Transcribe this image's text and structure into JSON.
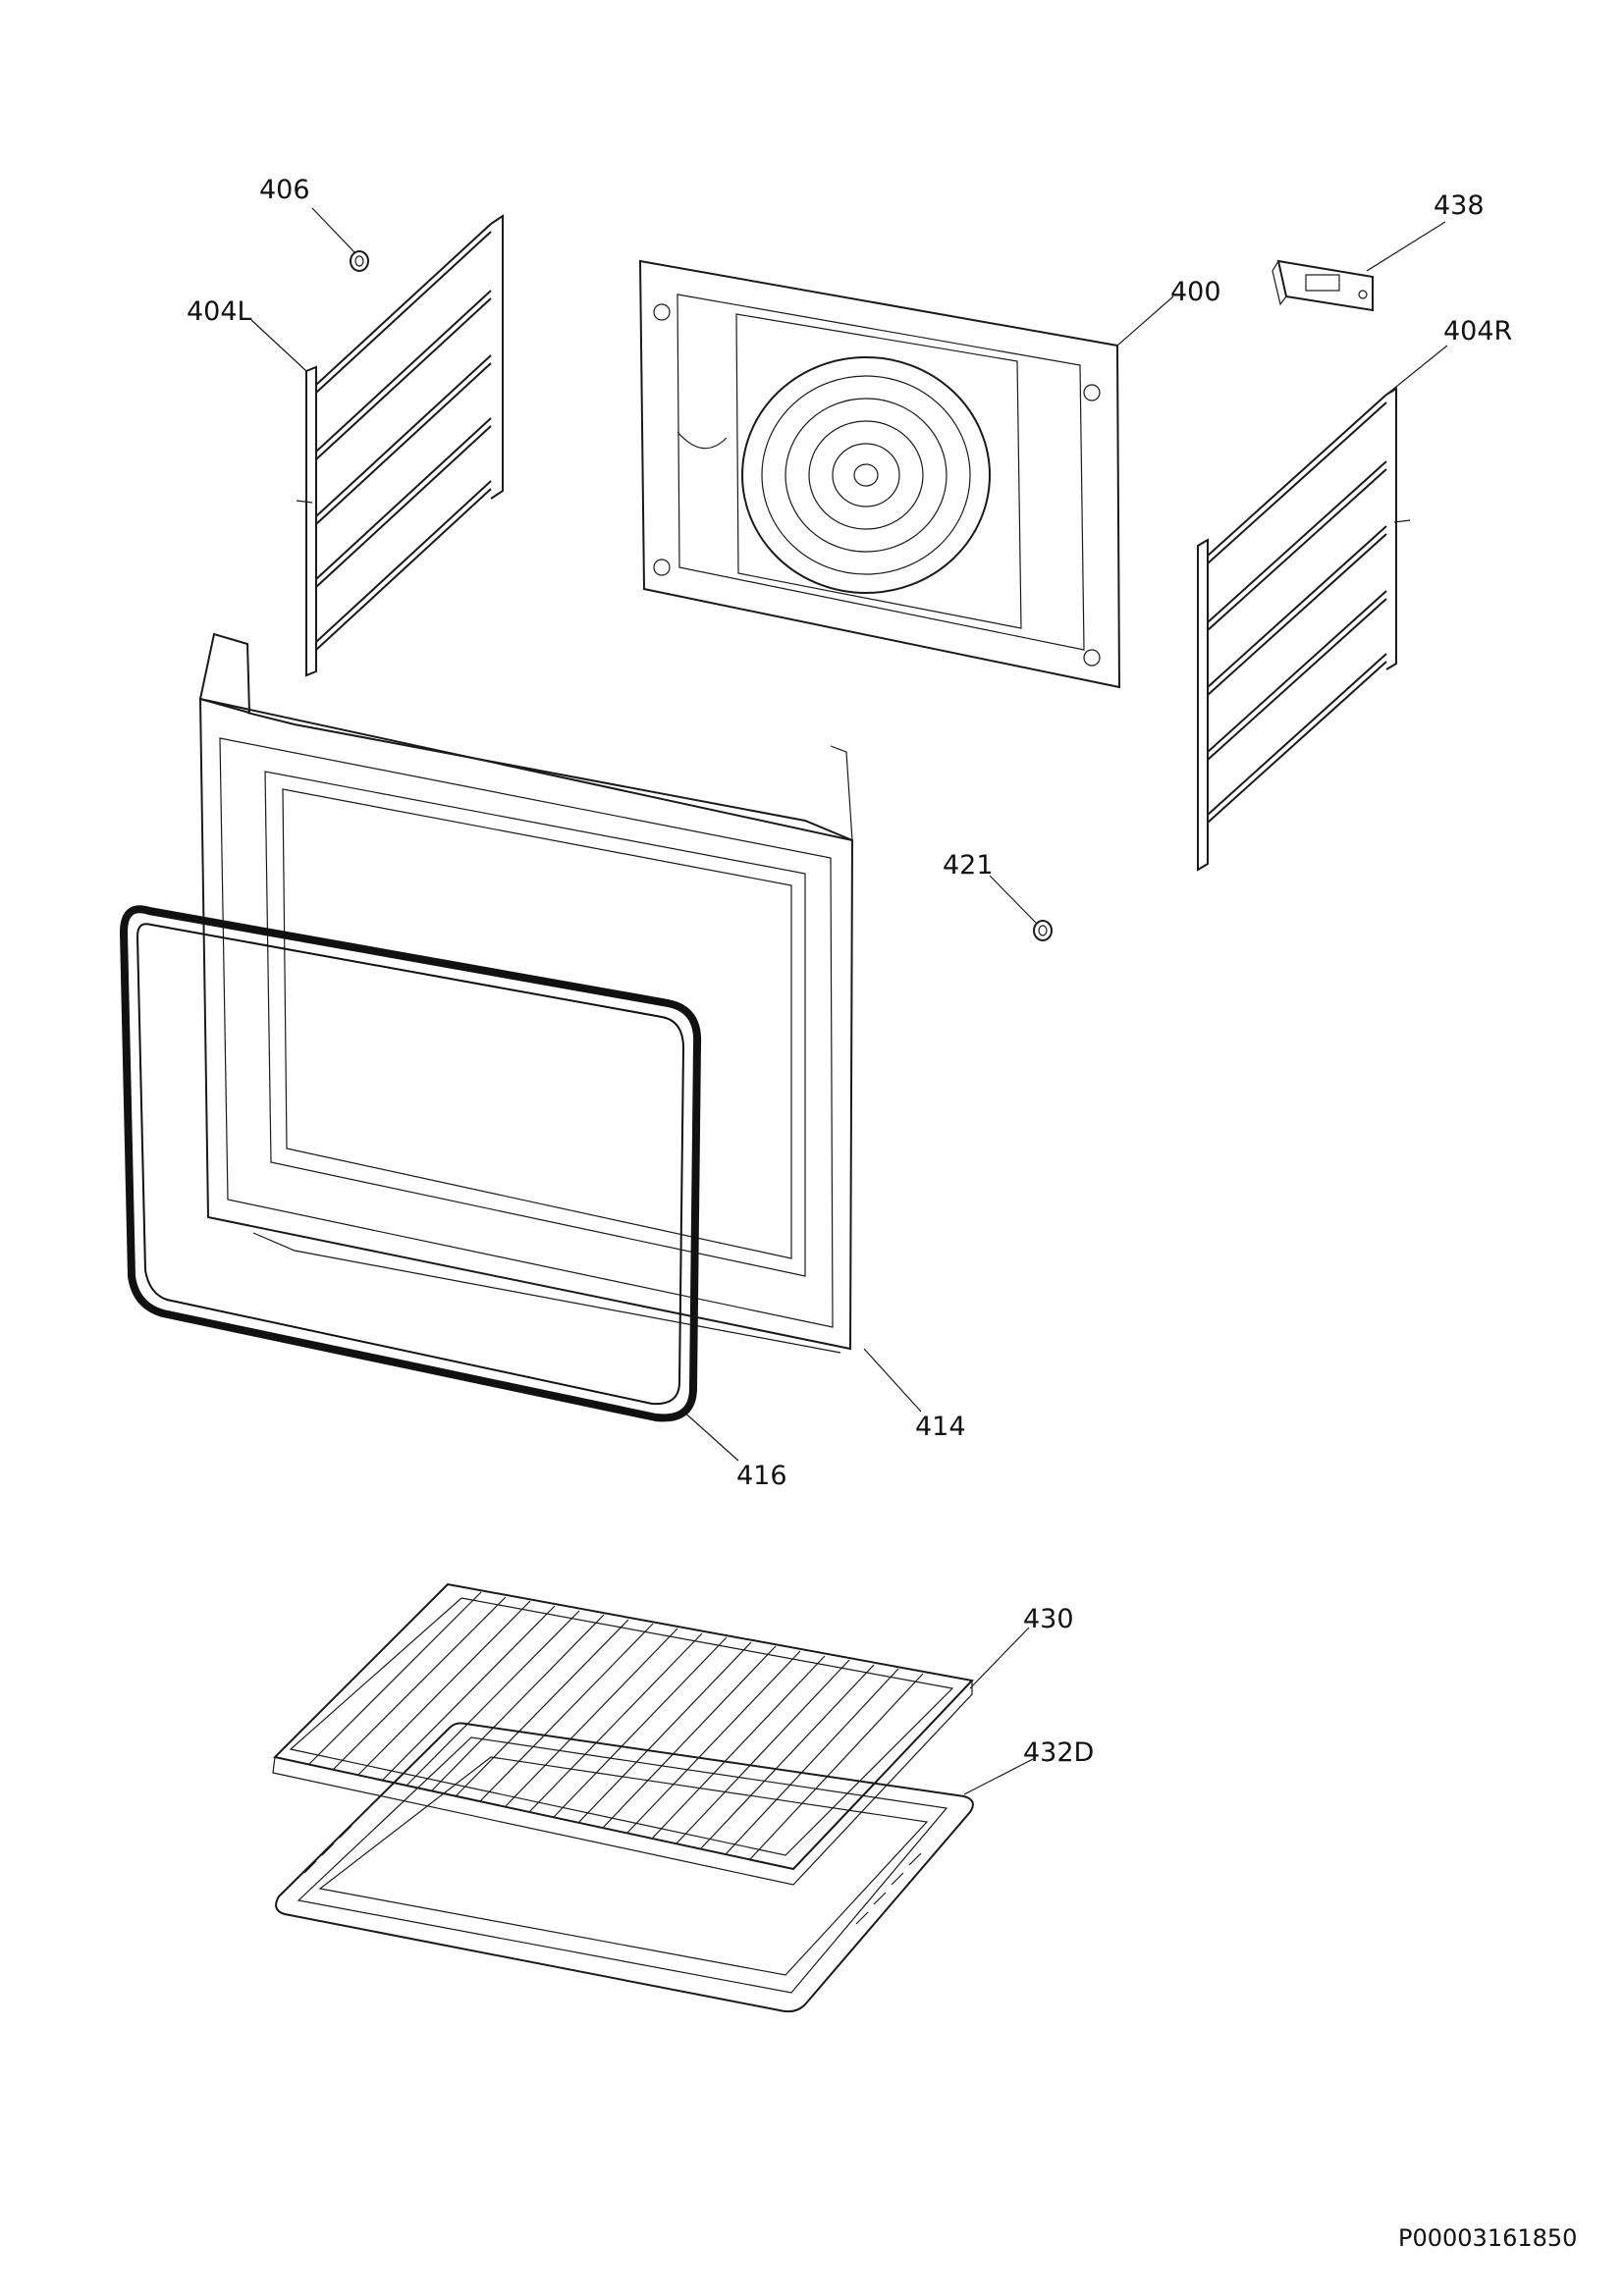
{
  "callouts": {
    "p406": "406",
    "p404L": "404L",
    "p400": "400",
    "p438": "438",
    "p404R": "404R",
    "p421": "421",
    "p414": "414",
    "p416": "416",
    "p430": "430",
    "p432D": "432D"
  },
  "document_id": "P00003161850",
  "line_color": "#1a1a1a"
}
